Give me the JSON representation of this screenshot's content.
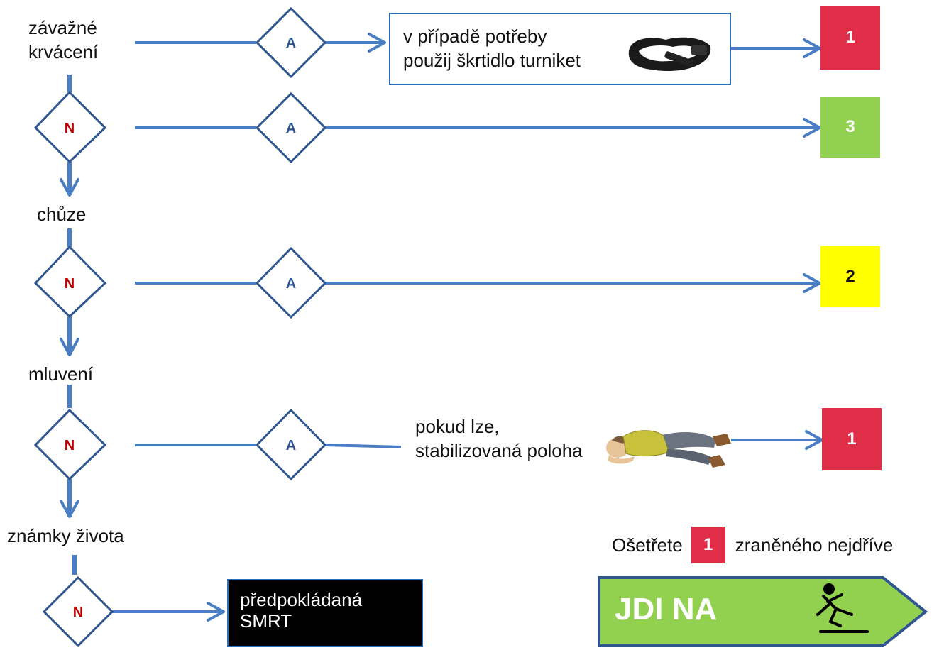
{
  "labels": {
    "bleeding": "závažné\nkrvácení",
    "walking": "chůze",
    "speaking": "mluvení",
    "signs_of_life": "známky života"
  },
  "decisions": {
    "yes": "A",
    "no": "N"
  },
  "outcomes": {
    "bleeding_yes": "1",
    "walking_yes": "3",
    "speaking_no": "2",
    "signs_yes": "1"
  },
  "notes": {
    "tourniquet": "v případě potřeby\npoužij škrtidlo turniket",
    "recovery": "pokud lze,\nstabilizovaná poloha",
    "death": "předpokládaná\nSMRT"
  },
  "footer": {
    "treat_prefix": "Ošetřete",
    "treat_priority": "1",
    "treat_suffix": "zraněného nejdříve",
    "go_label": "JDI NA"
  },
  "icons": {
    "tourniquet": "tourniquet-icon",
    "recovery": "recovery-position-person-icon",
    "falling": "falling-person-icon"
  },
  "colors": {
    "line": "#4a7ec4",
    "diamond_border": "#2f5690",
    "no_text": "#c00000",
    "yes_text": "#2f5690",
    "red": "#e02d48",
    "green": "#92d050",
    "yellow": "#ffff00",
    "go_fill": "#92d050",
    "go_border": "#2f5690"
  }
}
